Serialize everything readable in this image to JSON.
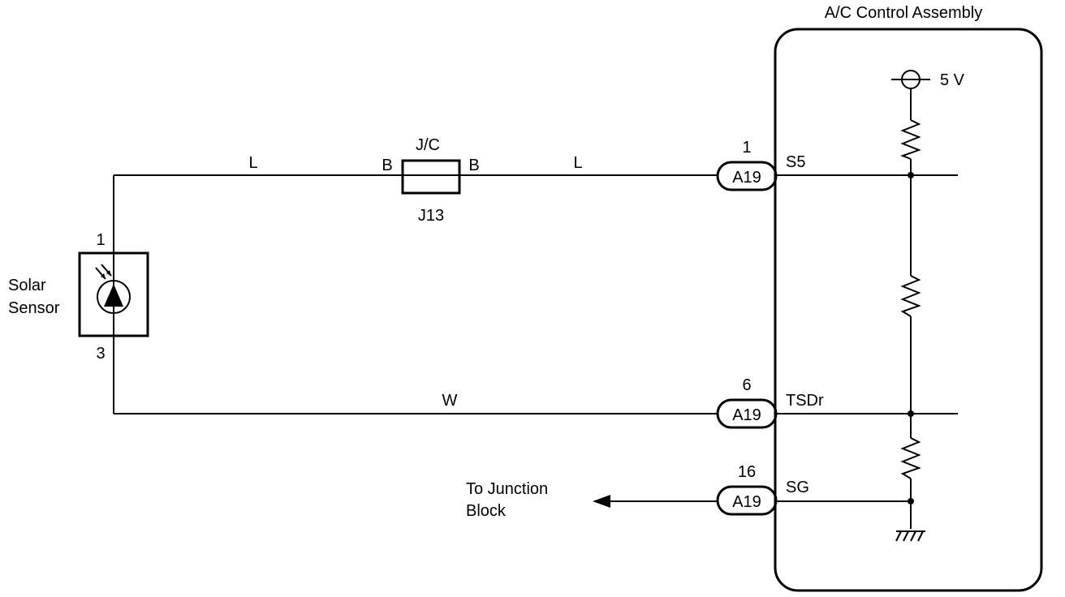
{
  "assembly": {
    "title": "A/C Control Assembly",
    "supply_label": "5 V",
    "terminals": [
      {
        "pin": "1",
        "connector": "A19",
        "signal": "S5"
      },
      {
        "pin": "6",
        "connector": "A19",
        "signal": "TSDr"
      },
      {
        "pin": "16",
        "connector": "A19",
        "signal": "SG"
      }
    ]
  },
  "sensor": {
    "name_line1": "Solar",
    "name_line2": "Sensor",
    "pin_top": "1",
    "pin_bottom": "3"
  },
  "junction": {
    "label_top": "J/C",
    "label_bottom": "J13",
    "left_wire": "B",
    "right_wire": "B"
  },
  "wires": {
    "top_left": "L",
    "top_right": "L",
    "middle": "W"
  },
  "destination": {
    "line1": "To Junction",
    "line2": "Block"
  }
}
